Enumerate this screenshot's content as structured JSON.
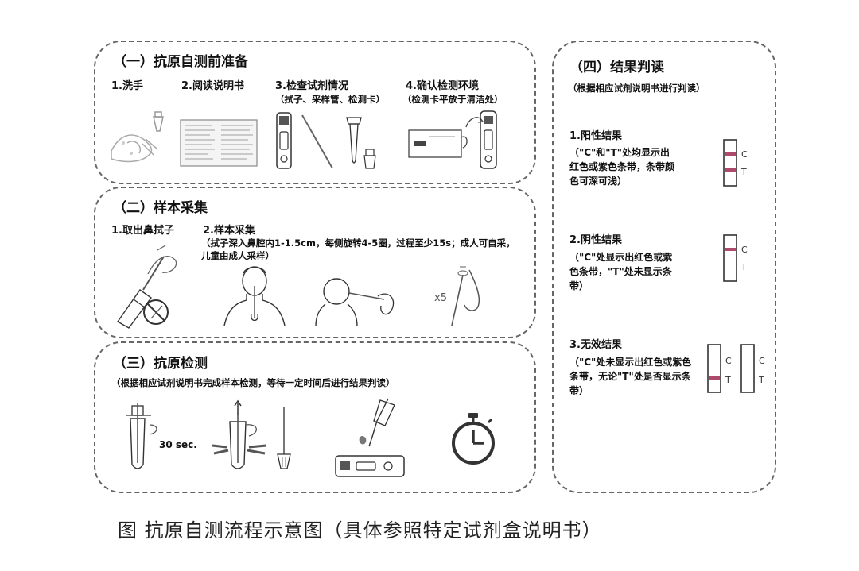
{
  "section1": {
    "title": "（一）抗原自测前准备",
    "steps": [
      {
        "label": "1.洗手"
      },
      {
        "label": "2.阅读说明书"
      },
      {
        "label": "3.检查试剂情况",
        "note": "（拭子、采样管、检测卡）"
      },
      {
        "label": "4.确认检测环境",
        "note": "（检测卡平放于清洁处）"
      }
    ]
  },
  "section2": {
    "title": "（二）样本采集",
    "steps": [
      {
        "label": "1.取出鼻拭子"
      },
      {
        "label": "2.样本采集",
        "note": "（拭子深入鼻腔内1-1.5cm，每侧旋转4-5圈，过程至少15s；成人可自采，儿童由成人采样）"
      }
    ],
    "repeat": "x5"
  },
  "section3": {
    "title": "（三）抗原检测",
    "note": "（根据相应试剂说明书完成样本检测，等待一定时间后进行结果判读）",
    "timer": "30 sec."
  },
  "section4": {
    "title": "（四）结果判读",
    "subtitle": "（根据相应试剂说明书进行判读）",
    "results": [
      {
        "label": "1.阳性结果",
        "desc": "（\"C\"和\"T\"处均显示出红色或紫色条带，条带颜色可深可浅）"
      },
      {
        "label": "2.阴性结果",
        "desc": "（\"C\"处显示出红色或紫色条带，\"T\"处未显示条带）"
      },
      {
        "label": "3.无效结果",
        "desc": "（\"C\"处未显示出红色或紫色条带，无论\"T\"处是否显示条带）"
      }
    ],
    "c_mark": "C",
    "t_mark": "T",
    "band_color": "#b04a6a"
  },
  "caption": "图  抗原自测流程示意图（具体参照特定试剂盒说明书）"
}
